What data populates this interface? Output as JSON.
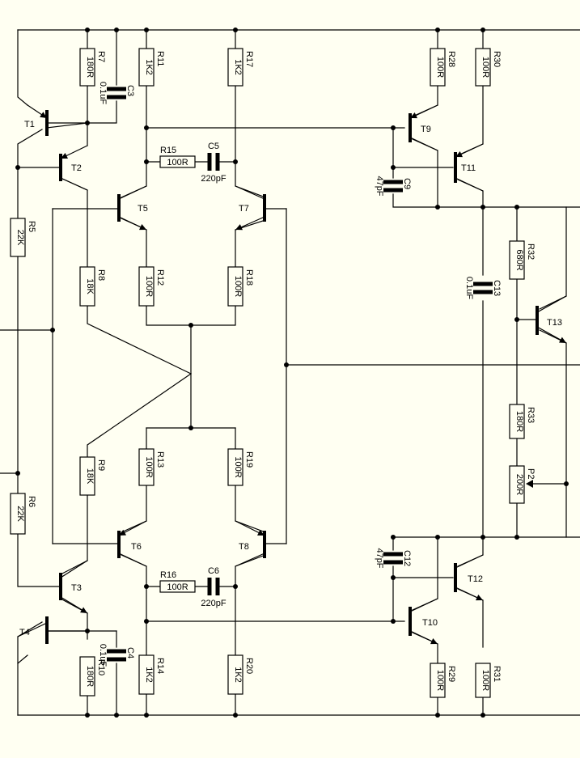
{
  "colors": {
    "background": "#FFFFF2",
    "ink": "#000000"
  },
  "transistors": [
    {
      "ref": "T1",
      "name": "transistor-t1"
    },
    {
      "ref": "T2",
      "name": "transistor-t2"
    },
    {
      "ref": "T3",
      "name": "transistor-t3"
    },
    {
      "ref": "T4",
      "name": "transistor-t4"
    },
    {
      "ref": "T5",
      "name": "transistor-t5"
    },
    {
      "ref": "T6",
      "name": "transistor-t6"
    },
    {
      "ref": "T7",
      "name": "transistor-t7"
    },
    {
      "ref": "T8",
      "name": "transistor-t8"
    },
    {
      "ref": "T9",
      "name": "transistor-t9"
    },
    {
      "ref": "T10",
      "name": "transistor-t10"
    },
    {
      "ref": "T11",
      "name": "transistor-t11"
    },
    {
      "ref": "T12",
      "name": "transistor-t12"
    },
    {
      "ref": "T13",
      "name": "transistor-t13"
    }
  ],
  "resistors": [
    {
      "ref": "R5",
      "value": "22K"
    },
    {
      "ref": "R6",
      "value": "22K"
    },
    {
      "ref": "R7",
      "value": "180R"
    },
    {
      "ref": "R8",
      "value": "18K"
    },
    {
      "ref": "R9",
      "value": "18K"
    },
    {
      "ref": "R10",
      "value": "180R"
    },
    {
      "ref": "R11",
      "value": "1K2"
    },
    {
      "ref": "R12",
      "value": "100R"
    },
    {
      "ref": "R13",
      "value": "100R"
    },
    {
      "ref": "R14",
      "value": "1K2"
    },
    {
      "ref": "R15",
      "value": "100R"
    },
    {
      "ref": "R16",
      "value": "100R"
    },
    {
      "ref": "R17",
      "value": "1K2"
    },
    {
      "ref": "R18",
      "value": "100R"
    },
    {
      "ref": "R19",
      "value": "100R"
    },
    {
      "ref": "R20",
      "value": "1K2"
    },
    {
      "ref": "R28",
      "value": "100R"
    },
    {
      "ref": "R29",
      "value": "100R"
    },
    {
      "ref": "R30",
      "value": "100R"
    },
    {
      "ref": "R31",
      "value": "100R"
    },
    {
      "ref": "R32",
      "value": "680R"
    },
    {
      "ref": "R33",
      "value": "180R"
    },
    {
      "ref": "P2",
      "value": "200R"
    }
  ],
  "capacitors": [
    {
      "ref": "C3",
      "value": "0.1uF"
    },
    {
      "ref": "C4",
      "value": "0.1uF"
    },
    {
      "ref": "C5",
      "value": "220pF"
    },
    {
      "ref": "C6",
      "value": "220pF"
    },
    {
      "ref": "C9",
      "value": "47pF"
    },
    {
      "ref": "C12",
      "value": "47pF"
    },
    {
      "ref": "C13",
      "value": "0.1uF"
    }
  ]
}
